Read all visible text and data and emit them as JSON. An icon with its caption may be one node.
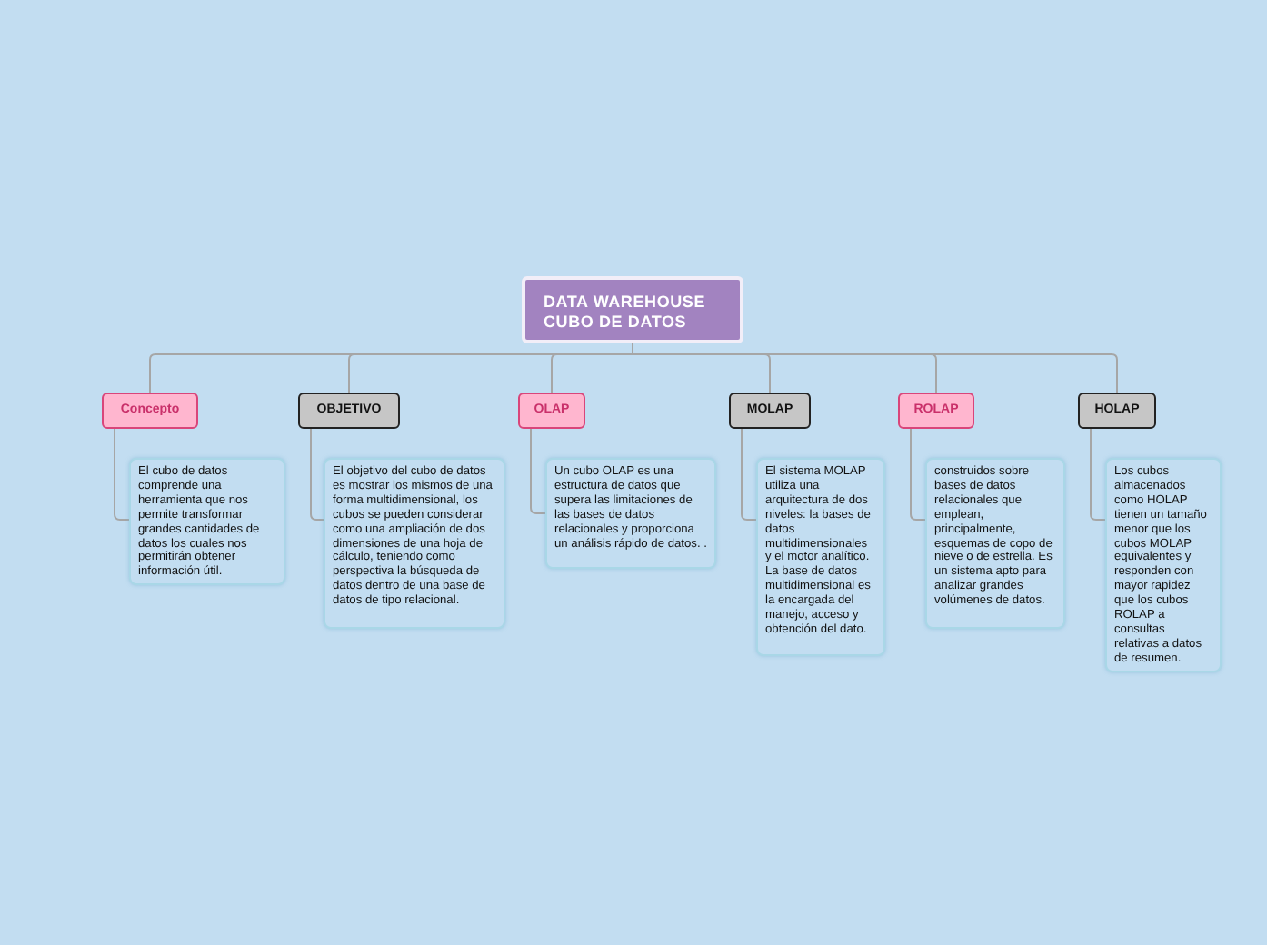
{
  "diagram": {
    "nodes": [
      {
        "text": [
          "DATA WAREHOUSE CUBO DE DATOS"
        ]
      },
      {
        "text": [
          "Concepto"
        ]
      },
      {
        "text": [
          "El cubo de datos comprende una herramienta que nos permite transformar grandes cantidades de datos los cuales nos permitirán obtener información útil."
        ]
      },
      {
        "text": [
          "OBJETIVO"
        ]
      },
      {
        "text": [
          "El objetivo del cubo de datos es mostrar los mismos de una forma multidimensional, los cubos se pueden considerar como una ampliación de dos dimensiones de una hoja de cálculo, teniendo como perspectiva la búsqueda de datos dentro de una base de datos de tipo relacional."
        ]
      },
      {
        "text": [
          "OLAP"
        ]
      },
      {
        "text": [
          "Un cubo OLAP es una estructura de datos que supera las limitaciones de las bases de datos relacionales y proporciona un análisis rápido de datos. ."
        ]
      },
      {
        "text": [
          "MOLAP"
        ]
      },
      {
        "text": [
          "El sistema MOLAP utiliza una arquitectura de dos niveles: la bases de datos multidimensionales y el motor analítico. La base de datos multidimensional es la encargada del manejo, acceso y obtención del dato."
        ]
      },
      {
        "text": [
          "ROLAP"
        ]
      },
      {
        "text": [
          "construidos sobre bases de datos relacionales que emplean, principalmente, esquemas de copo de nieve o de estrella. Es un sistema apto para analizar grandes volúmenes de datos."
        ]
      },
      {
        "text": [
          "HOLAP"
        ]
      },
      {
        "text": [
          "Los cubos almacenados como HOLAP tienen un tamaño menor que los cubos MOLAP equivalentes y responden con mayor rapidez que los cubos ROLAP a consultas relativas a datos de resumen."
        ]
      }
    ],
    "edges": [
      {
        "from": 0,
        "to": 1,
        "arrow": "none"
      },
      {
        "from": 0,
        "to": 3,
        "arrow": "none"
      },
      {
        "from": 0,
        "to": 5,
        "arrow": "none"
      },
      {
        "from": 0,
        "to": 7,
        "arrow": "none"
      },
      {
        "from": 0,
        "to": 9,
        "arrow": "none"
      },
      {
        "from": 0,
        "to": 11,
        "arrow": "none"
      },
      {
        "from": 1,
        "to": 2,
        "arrow": "none"
      },
      {
        "from": 3,
        "to": 4,
        "arrow": "none"
      },
      {
        "from": 5,
        "to": 6,
        "arrow": "none"
      },
      {
        "from": 7,
        "to": 8,
        "arrow": "none"
      },
      {
        "from": 9,
        "to": 10,
        "arrow": "none"
      },
      {
        "from": 11,
        "to": 12,
        "arrow": "none"
      }
    ]
  }
}
